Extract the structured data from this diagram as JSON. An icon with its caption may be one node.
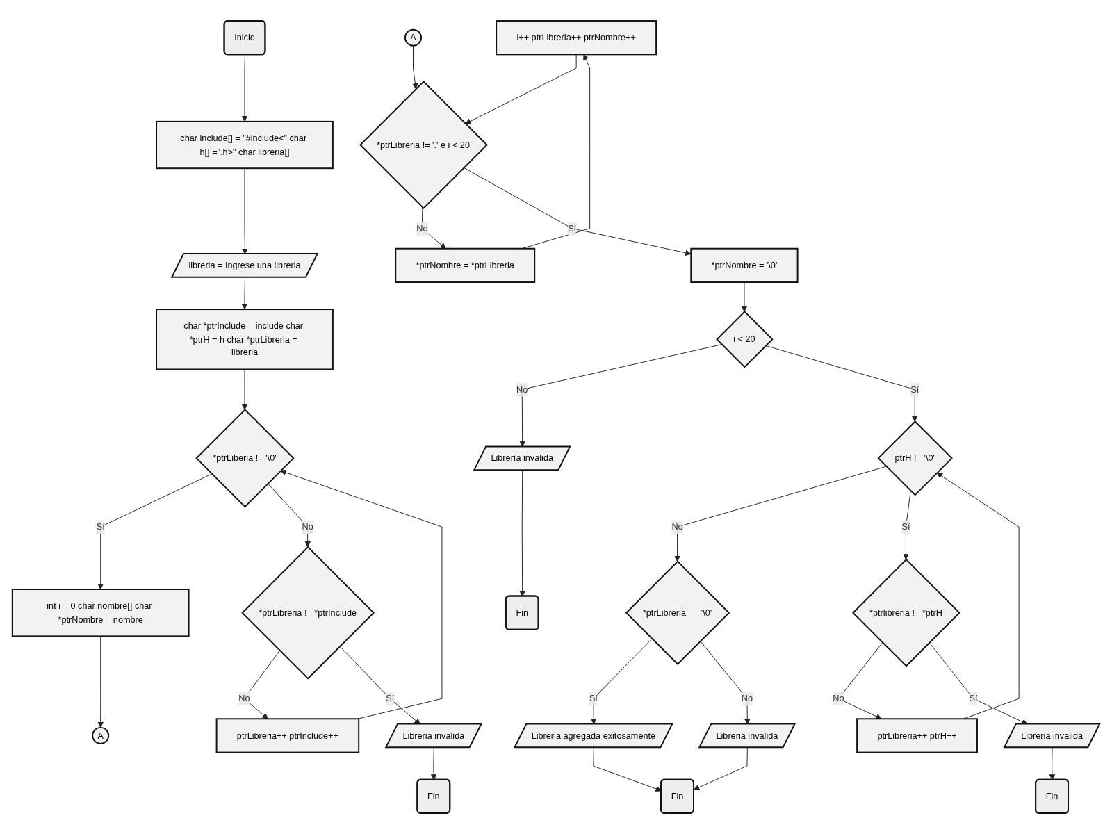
{
  "diagram": {
    "nodes": [
      {
        "text": [
          "Inicio"
        ]
      },
      {
        "text": [
          "char include[] = \"#include<\" char h[] =\".h>\" char libreria[]"
        ]
      },
      {
        "text": [
          "libreria = Ingrese una libreria"
        ]
      },
      {
        "text": [
          "char *ptrInclude = include char *ptrH = h char *ptrLibreria = libreria"
        ]
      },
      {
        "text": [
          "*ptrLiberia != '\\0'"
        ]
      },
      {
        "text": [
          "int i = 0 char nombre[] char *ptrNombre = nombre"
        ]
      },
      {
        "text": [
          "A"
        ]
      },
      {
        "text": [
          "ptrLibreria++ ptrInclude++"
        ]
      },
      {
        "text": [
          "*ptrLibreria != *ptrInclude"
        ]
      },
      {
        "text": [
          "Libreria invalida"
        ]
      },
      {
        "text": [
          "Fin"
        ]
      },
      {
        "text": [
          "i++ ptrLibreria++ ptrNombre++"
        ]
      },
      {
        "text": [
          "A"
        ]
      },
      {
        "text": [
          "*ptrLibreria != '.' e i < 20"
        ]
      },
      {
        "text": [
          "*ptrNombre = *ptrLibreria"
        ]
      },
      {
        "text": [
          "*ptrNombre = '\\0'"
        ]
      },
      {
        "text": [
          "i < 20"
        ]
      },
      {
        "text": [
          "Librería invalida"
        ]
      },
      {
        "text": [
          "Fin"
        ]
      },
      {
        "text": [
          "ptrLibreria++ ptrH++"
        ]
      },
      {
        "text": [
          "ptrH != '\\0'"
        ]
      },
      {
        "text": [
          "*ptrLibreria == '\\0'"
        ]
      },
      {
        "text": [
          "Libreria agregada exitosamente"
        ]
      },
      {
        "text": [
          "*ptrlibreria != *ptrH"
        ]
      },
      {
        "text": [
          "Libreria invalida"
        ]
      },
      {
        "text": [
          "Fin"
        ]
      },
      {
        "text": [
          "Libreria invalida"
        ]
      },
      {
        "text": [
          "Fin"
        ]
      }
    ],
    "edges": [
      {
        "from": 0,
        "to": 1,
        "arrow": "to"
      },
      {
        "from": 1,
        "to": 2,
        "arrow": "to"
      },
      {
        "from": 2,
        "to": 3,
        "arrow": "to"
      },
      {
        "from": 3,
        "to": 4,
        "arrow": "to"
      },
      {
        "from": 4,
        "to": 5,
        "arrow": "to",
        "label": "Sí"
      },
      {
        "from": 5,
        "to": 6,
        "arrow": "to"
      },
      {
        "from": 4,
        "to": 8,
        "arrow": "to",
        "label": "No"
      },
      {
        "from": 8,
        "to": 7,
        "arrow": "to",
        "label": "No"
      },
      {
        "from": 7,
        "to": 4,
        "arrow": "to"
      },
      {
        "from": 8,
        "to": 9,
        "arrow": "to",
        "label": "Sí"
      },
      {
        "from": 9,
        "to": 10,
        "arrow": "to"
      },
      {
        "from": 12,
        "to": 13,
        "arrow": "to"
      },
      {
        "from": 13,
        "to": 14,
        "arrow": "to",
        "label": "No"
      },
      {
        "from": 14,
        "to": 11,
        "arrow": "to"
      },
      {
        "from": 11,
        "to": 13,
        "arrow": "to"
      },
      {
        "from": 13,
        "to": 15,
        "arrow": "to",
        "label": "Sí"
      },
      {
        "from": 15,
        "to": 16,
        "arrow": "to"
      },
      {
        "from": 16,
        "to": 17,
        "arrow": "to",
        "label": "No"
      },
      {
        "from": 17,
        "to": 18,
        "arrow": "to"
      },
      {
        "from": 16,
        "to": 20,
        "arrow": "to",
        "label": "Sí"
      },
      {
        "from": 20,
        "to": 21,
        "arrow": "to",
        "label": "No"
      },
      {
        "from": 21,
        "to": 22,
        "arrow": "to",
        "label": "Sí"
      },
      {
        "from": 22,
        "to": 25,
        "arrow": "to"
      },
      {
        "from": 21,
        "to": 24,
        "arrow": "to",
        "label": "No"
      },
      {
        "from": 24,
        "to": 25,
        "arrow": "to"
      },
      {
        "from": 20,
        "to": 23,
        "arrow": "to",
        "label": "Sí"
      },
      {
        "from": 23,
        "to": 19,
        "arrow": "to",
        "label": "No"
      },
      {
        "from": 19,
        "to": 20,
        "arrow": "to"
      },
      {
        "from": 23,
        "to": 26,
        "arrow": "to",
        "label": "Sí"
      },
      {
        "from": 26,
        "to": 27,
        "arrow": "to"
      }
    ]
  }
}
